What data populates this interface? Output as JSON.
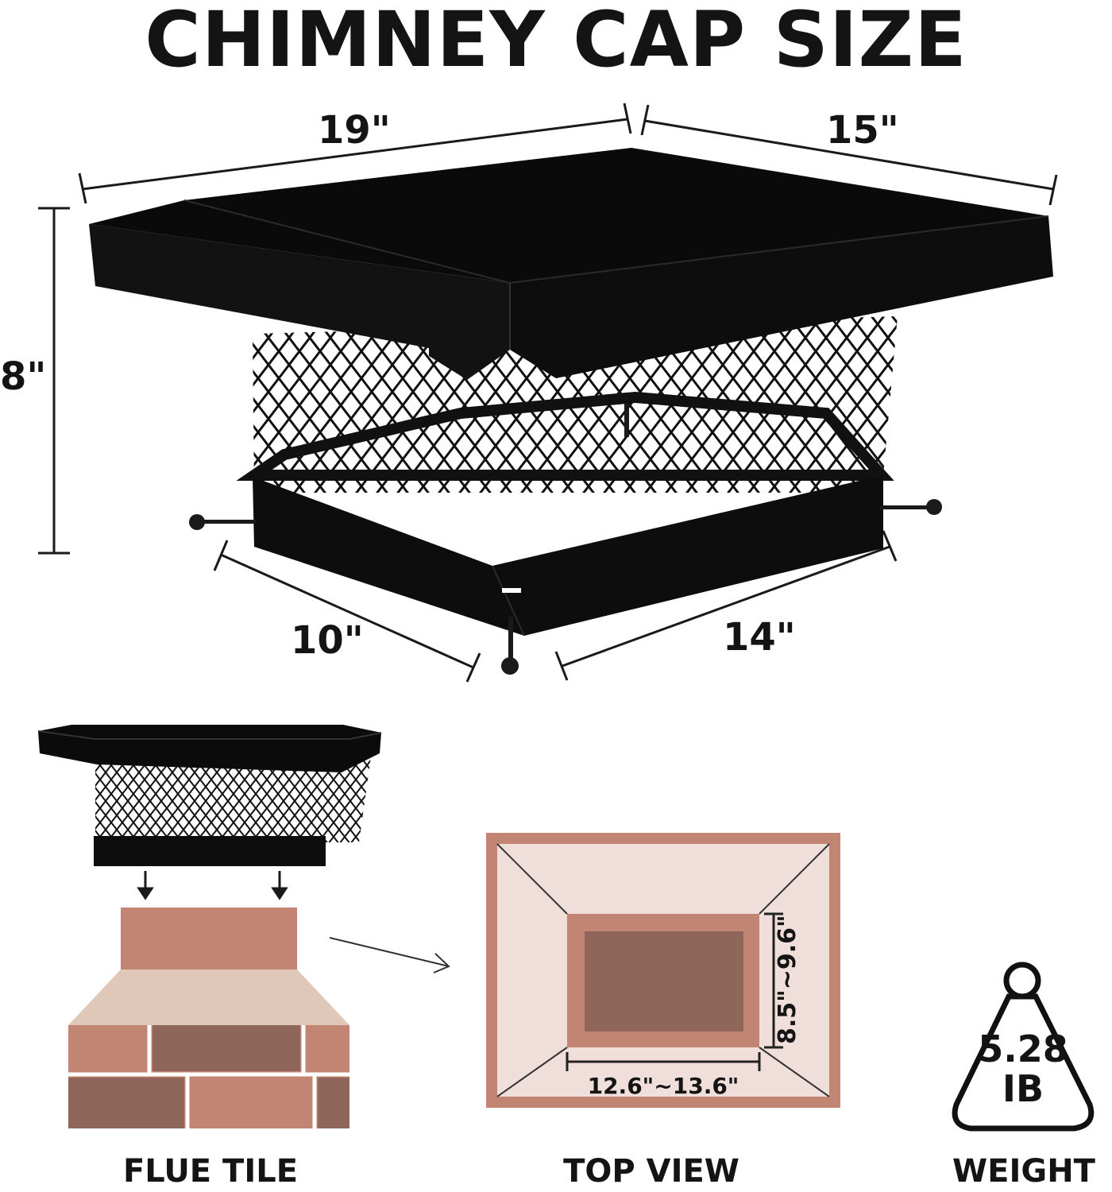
{
  "title": "CHIMNEY CAP SIZE",
  "dimensions": {
    "top_length": "19\"",
    "top_width": "15\"",
    "height": "8\"",
    "base_width": "10\"",
    "base_length": "14\""
  },
  "top_view": {
    "inner_height": "8.5\"~9.6\"",
    "inner_width": "12.6\"~13.6\""
  },
  "weight": {
    "value": "5.28",
    "unit": "IB"
  },
  "captions": {
    "flue_tile": "FLUE TILE",
    "top_view": "TOP VIEW",
    "weight": "WEIGHT"
  },
  "colors": {
    "cap": "#0d0d0d",
    "brick_light": "#c28573",
    "brick_dark": "#8f675a",
    "stone": "#dfc8b8",
    "top_view_bg": "#f0dedb"
  }
}
